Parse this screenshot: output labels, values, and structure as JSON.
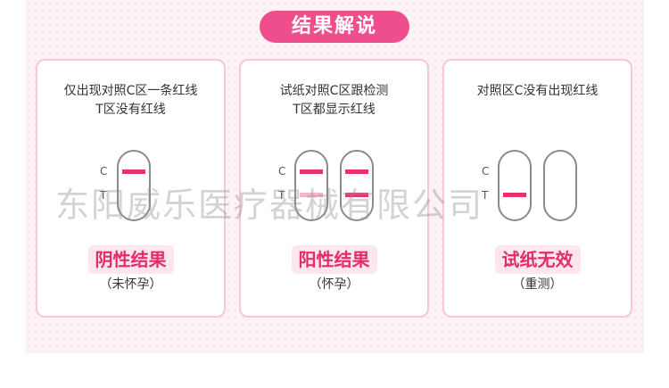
{
  "header": {
    "title": "结果解说"
  },
  "cards": [
    {
      "desc_line1": "仅出现对照C区一条红线",
      "desc_line2": "T区没有红线",
      "label_c": "C",
      "label_t": "T",
      "result": "阴性结果",
      "note": "（未怀孕）"
    },
    {
      "desc_line1": "试纸对照C区跟检测",
      "desc_line2": "T区都显示红线",
      "label_c": "C",
      "label_t": "T",
      "result": "阳性结果",
      "note": "（怀孕）"
    },
    {
      "desc_line1": "对照区C没有出现红线",
      "desc_line2": "",
      "label_c": "C",
      "label_t": "T",
      "result": "试纸无效",
      "note": "（重测）"
    }
  ],
  "watermark": "东阳威乐医疗器械有限公司",
  "colors": {
    "accent": "#ee4f8c",
    "test_line": "#e8316d",
    "faint_line": "#f3b4c9",
    "card_border": "#f6c7d6"
  }
}
